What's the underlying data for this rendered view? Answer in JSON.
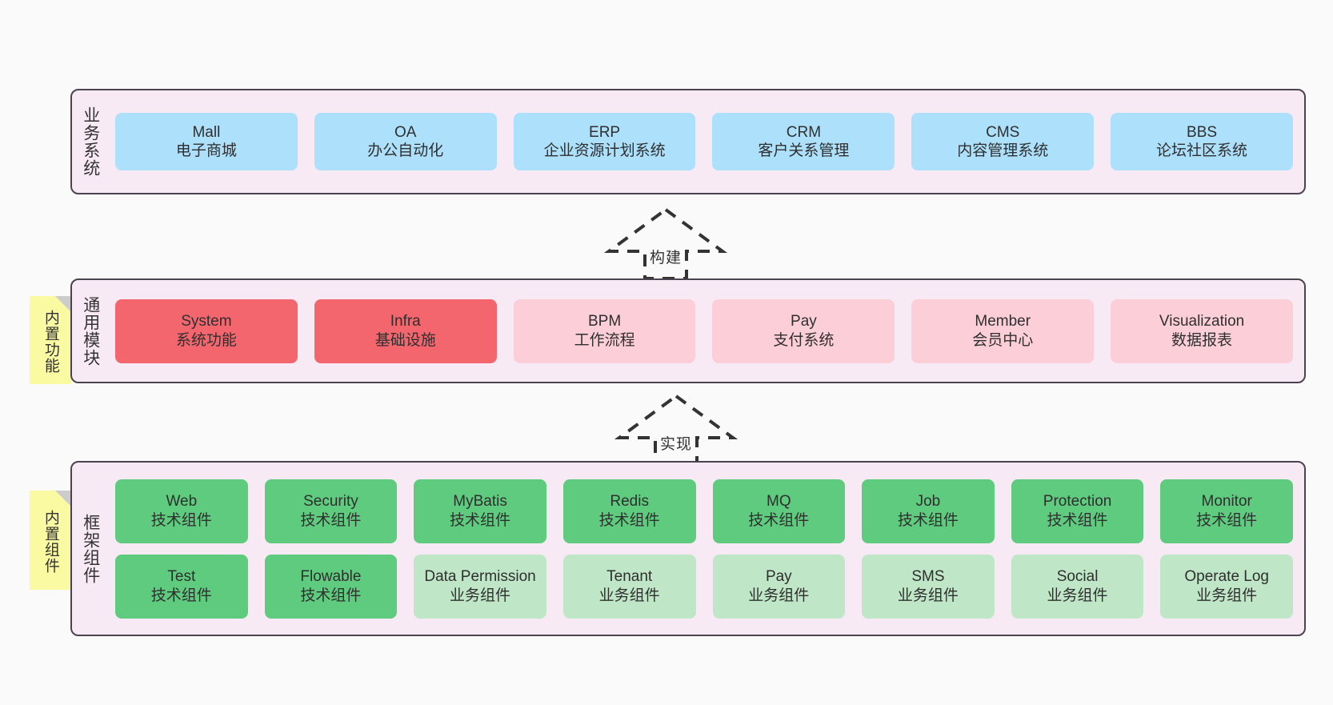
{
  "diagram": {
    "background_color": "#fafafa",
    "layer_background_color": "#f8eaf4",
    "layer_border_color": "#4b4450",
    "note_color": "#fafaa3"
  },
  "layers": [
    {
      "id": "business",
      "title": "业务系统",
      "card_color": "#ade0fb",
      "cards": [
        {
          "en": "Mall",
          "cn": "电子商城"
        },
        {
          "en": "OA",
          "cn": "办公自动化"
        },
        {
          "en": "ERP",
          "cn": "企业资源计划系统"
        },
        {
          "en": "CRM",
          "cn": "客户关系管理"
        },
        {
          "en": "CMS",
          "cn": "内容管理系统"
        },
        {
          "en": "BBS",
          "cn": "论坛社区系统"
        }
      ]
    },
    {
      "id": "modules",
      "title": "通用模块",
      "note": "内置功能",
      "cards": [
        {
          "en": "System",
          "cn": "系统功能",
          "color": "#f4666e"
        },
        {
          "en": "Infra",
          "cn": "基础设施",
          "color": "#f4666e"
        },
        {
          "en": "BPM",
          "cn": "工作流程",
          "color": "#fccfd8"
        },
        {
          "en": "Pay",
          "cn": "支付系统",
          "color": "#fccfd8"
        },
        {
          "en": "Member",
          "cn": "会员中心",
          "color": "#fccfd8"
        },
        {
          "en": "Visualization",
          "cn": "数据报表",
          "color": "#fccfd8"
        }
      ]
    },
    {
      "id": "framework",
      "title": "框架组件",
      "note": "内置组件",
      "rows": [
        [
          {
            "en": "Web",
            "cn": "技术组件",
            "color": "#5fcb7e"
          },
          {
            "en": "Security",
            "cn": "技术组件",
            "color": "#5fcb7e"
          },
          {
            "en": "MyBatis",
            "cn": "技术组件",
            "color": "#5fcb7e"
          },
          {
            "en": "Redis",
            "cn": "技术组件",
            "color": "#5fcb7e"
          },
          {
            "en": "MQ",
            "cn": "技术组件",
            "color": "#5fcb7e"
          },
          {
            "en": "Job",
            "cn": "技术组件",
            "color": "#5fcb7e"
          },
          {
            "en": "Protection",
            "cn": "技术组件",
            "color": "#5fcb7e"
          },
          {
            "en": "Monitor",
            "cn": "技术组件",
            "color": "#5fcb7e"
          }
        ],
        [
          {
            "en": "Test",
            "cn": "技术组件",
            "color": "#5fcb7e"
          },
          {
            "en": "Flowable",
            "cn": "技术组件",
            "color": "#5fcb7e"
          },
          {
            "en": "Data Permission",
            "cn": "业务组件",
            "color": "#bfe7c7"
          },
          {
            "en": "Tenant",
            "cn": "业务组件",
            "color": "#bfe7c7"
          },
          {
            "en": "Pay",
            "cn": "业务组件",
            "color": "#bfe7c7"
          },
          {
            "en": "SMS",
            "cn": "业务组件",
            "color": "#bfe7c7"
          },
          {
            "en": "Social",
            "cn": "业务组件",
            "color": "#bfe7c7"
          },
          {
            "en": "Operate Log",
            "cn": "业务组件",
            "color": "#bfe7c7"
          }
        ]
      ]
    }
  ],
  "arrows": [
    {
      "id": "build",
      "label": "构建"
    },
    {
      "id": "impl",
      "label": "实现"
    }
  ]
}
